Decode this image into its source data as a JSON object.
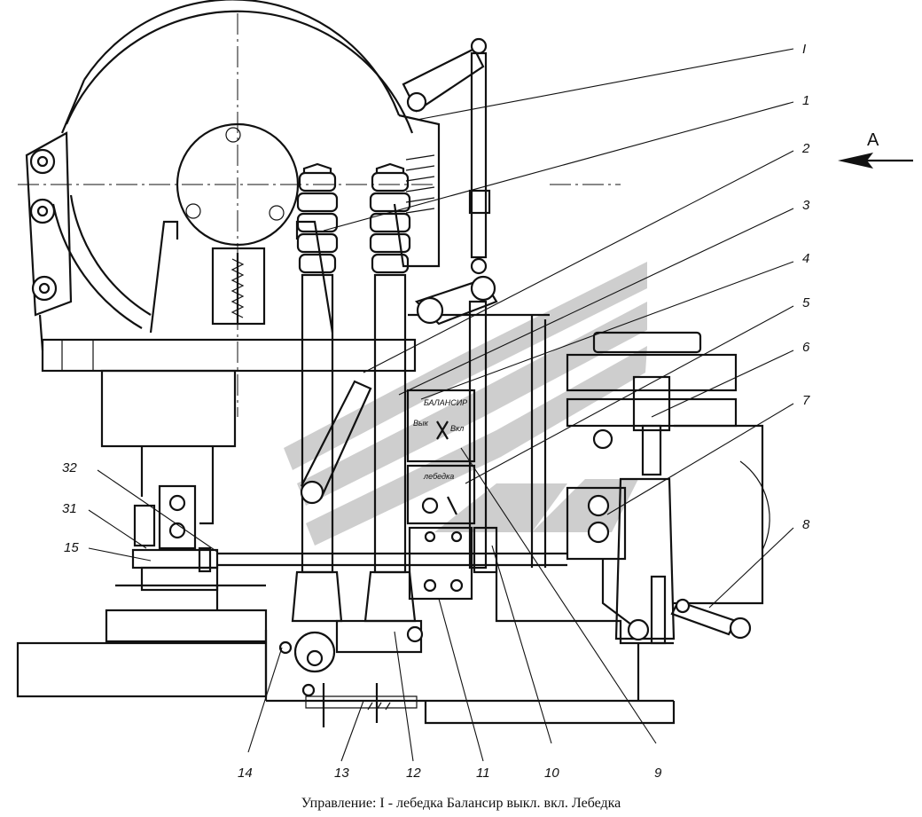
{
  "caption": "Управление: I - лебедка  Балансир выкл. вкл. Лебедка",
  "view_label": "A",
  "plates": {
    "balancer": {
      "title": "БАЛАНСИР",
      "off": "Вык",
      "on": "Вкл"
    },
    "winch": {
      "title": "лебедка"
    }
  },
  "callouts": [
    {
      "label": "I"
    },
    {
      "label": "1"
    },
    {
      "label": "2"
    },
    {
      "label": "3"
    },
    {
      "label": "4"
    },
    {
      "label": "5"
    },
    {
      "label": "6"
    },
    {
      "label": "7"
    },
    {
      "label": "8"
    },
    {
      "label": "9"
    },
    {
      "label": "10"
    },
    {
      "label": "11"
    },
    {
      "label": "12"
    },
    {
      "label": "13"
    },
    {
      "label": "14"
    },
    {
      "label": "15"
    },
    {
      "label": "31"
    },
    {
      "label": "32"
    }
  ]
}
